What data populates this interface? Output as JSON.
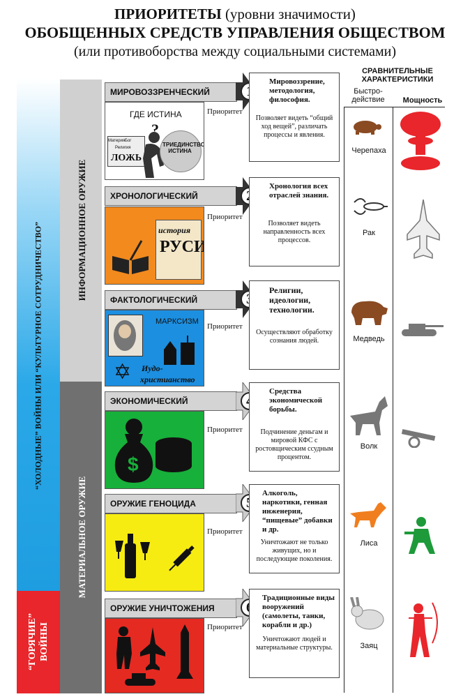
{
  "title": {
    "line1_bold": "ПРИОРИТЕТЫ",
    "line1_rest": " (уровни значимости)",
    "line2": "ОБОБЩЕННЫХ СРЕДСТВ УПРАВЛЕНИЯ ОБЩЕСТВОМ",
    "line3": "(или противоборства между социальными системами)"
  },
  "side_labels": {
    "cold": "“ХОЛОДНЫЕ” ВОЙНЫ ИЛИ “КУЛЬТУРНОЕ СОТРУДНИЧЕСТВО”",
    "hot_line1": "“ГОРЯЧИЕ”",
    "hot_line2": "ВОЙНЫ",
    "info_weapon": "ИНФОРМАЦИОННОЕ ОРУЖИЕ",
    "material_weapon": "МАТЕРИАЛЬНОЕ ОРУЖИЕ"
  },
  "compare": {
    "title_line1": "СРАВНИТЕЛЬНЫЕ",
    "title_line2": "ХАРАКТЕРИСТИКИ",
    "speed_line1": "Быстро-",
    "speed_line2": "действие",
    "power": "Мощность"
  },
  "priority_word": "Приоритет",
  "priorities": [
    {
      "num": "1",
      "name": "МИРОВОЗЗРЕНЧЕСКИЙ",
      "color": "#ffffff",
      "title": "Мировоззрение, методология, философия.",
      "sub": "Позволяет видеть “общий ход вещей”, различать процессы и явления.",
      "animal": "Черепаха",
      "img": {
        "where": "ГДЕ ИСТИНА",
        "q": "?",
        "lie": "ЛОЖЬ",
        "trinity": "ТРИЕДИНСТВО ИСТИНА",
        "b1": "Материя",
        "b2": "Бог",
        "b3": "Религия"
      }
    },
    {
      "num": "2",
      "name": "ХРОНОЛОГИЧЕСКИЙ",
      "color": "#f28a1e",
      "title": "Хронология всех отраслей знания.",
      "sub": "Позволяет видеть направленность всех процессов.",
      "animal": "Рак",
      "img": {
        "scroll1": "история",
        "scroll2": "РУСИ"
      }
    },
    {
      "num": "3",
      "name": "ФАКТОЛОГИЧЕСКИЙ",
      "color": "#1c8fe0",
      "title": "Религии, идеологии, технологии.",
      "sub": "Осуществляют обработку сознания людей.",
      "animal": "Медведь",
      "img": {
        "marx": "МАРКСИЗМ",
        "jud1": "Иудо-",
        "jud2": "христианство"
      }
    },
    {
      "num": "4",
      "name": "ЭКОНОМИЧЕСКИЙ",
      "color": "#17b03a",
      "title": "Средства экономической борьбы.",
      "sub": "Подчинение деньгам и мировой КФС с ростовщическим ссудным процентом.",
      "animal": "Волк",
      "img": {
        "dollar": "$"
      }
    },
    {
      "num": "5",
      "name": "ОРУЖИЕ ГЕНОЦИДА",
      "color": "#f7ec12",
      "title": "Алкоголь, наркотики, генная инженерия, “пищевые” добавки и др.",
      "sub": "Уничтожают не только живущих, но и последующие поколения.",
      "animal": "Лиса",
      "img": {}
    },
    {
      "num": "6",
      "name": "ОРУЖИЕ УНИЧТОЖЕНИЯ",
      "color": "#e52a22",
      "title": "Традиционные виды вооружений (самолеты, танки, корабли и др.)",
      "sub": "Уничтожают людей и материальные структуры.",
      "animal": "Заяц",
      "img": {}
    }
  ],
  "colors": {
    "cold_bar_top": "#ffffff",
    "cold_bar_bottom": "#2aa8e8",
    "hot_bar": "#e8262b",
    "info_bar": "#d0d0d0",
    "material_bar": "#707070",
    "animal": "#8a4a22",
    "weapon": "#777777"
  }
}
